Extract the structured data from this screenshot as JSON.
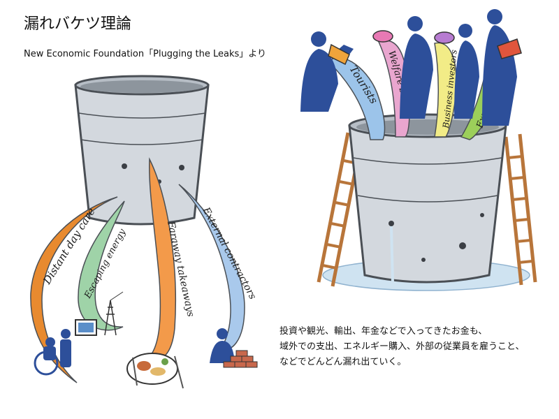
{
  "title": "漏れバケツ理論",
  "subtitle": "New Economic Foundation「Plugging the Leaks」より",
  "left_illustration": {
    "leaks": [
      {
        "label": "Distant day care",
        "color": "#e88a2f"
      },
      {
        "label": "Escaping energy",
        "color": "#9fd3a8"
      },
      {
        "label": "Faraway takeaways",
        "color": "#f39a4a"
      },
      {
        "label": "External contractors",
        "color": "#a9c9ec"
      }
    ]
  },
  "right_illustration": {
    "inflows": [
      {
        "label": "Tourists",
        "color": "#9cc4ea"
      },
      {
        "label": "Welfare benefit",
        "color": "#e9a6cf"
      },
      {
        "label": "Business investors",
        "color": "#f2ec87"
      },
      {
        "label": "Export earnings",
        "color": "#9ccf5a"
      }
    ]
  },
  "caption": {
    "line1": "投資や観光、輸出、年金などで入ってきたお金も、",
    "line2": "域外での支出、エネルギー購入、外部の従業員を雇うこと、",
    "line3": "などでどんどん漏れ出ていく。"
  },
  "colors": {
    "bucket_fill": "#d3d8de",
    "bucket_stroke": "#4a4f55",
    "figure_blue": "#2d4f9a",
    "ladder": "#b8753a",
    "puddle": "#cfe3f1"
  }
}
